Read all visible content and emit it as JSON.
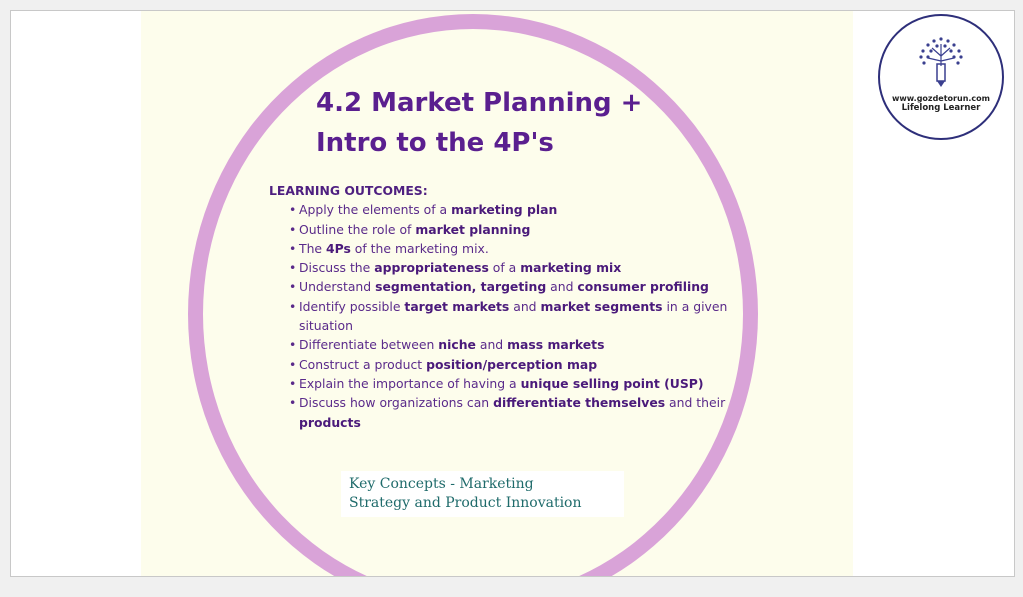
{
  "slide": {
    "title_line1": "4.2 Market Planning +",
    "title_line2": "Intro to the 4P's",
    "outcomes_heading": "LEARNING OUTCOMES:",
    "outcomes": [
      [
        {
          "t": "Apply the elements of a "
        },
        {
          "t": "marketing plan",
          "b": true
        }
      ],
      [
        {
          "t": "Outline the role of "
        },
        {
          "t": "market planning",
          "b": true
        }
      ],
      [
        {
          "t": "The "
        },
        {
          "t": "4Ps",
          "b": true
        },
        {
          "t": " of the marketing mix."
        }
      ],
      [
        {
          "t": "Discuss the "
        },
        {
          "t": "appropriateness",
          "b": true
        },
        {
          "t": " of a "
        },
        {
          "t": "marketing mix",
          "b": true
        }
      ],
      [
        {
          "t": "Understand "
        },
        {
          "t": "segmentation, targeting",
          "b": true
        },
        {
          "t": " and "
        },
        {
          "t": "consumer profiling",
          "b": true
        }
      ],
      [
        {
          "t": "Identify possible "
        },
        {
          "t": "target markets",
          "b": true
        },
        {
          "t": " and "
        },
        {
          "t": "market segments",
          "b": true
        },
        {
          "t": " in a given situation"
        }
      ],
      [
        {
          "t": "Differentiate between "
        },
        {
          "t": "niche",
          "b": true
        },
        {
          "t": " and "
        },
        {
          "t": "mass markets",
          "b": true
        }
      ],
      [
        {
          "t": "Construct a product "
        },
        {
          "t": "position/perception map",
          "b": true
        }
      ],
      [
        {
          "t": "Explain the importance of having a "
        },
        {
          "t": "unique selling point (USP)",
          "b": true
        }
      ],
      [
        {
          "t": "Discuss how organizations can "
        },
        {
          "t": "differentiate themselves",
          "b": true
        },
        {
          "t": " and their "
        },
        {
          "t": "products",
          "b": true
        }
      ]
    ],
    "key_concepts_line1": "Key Concepts - Marketing",
    "key_concepts_line2": "Strategy and Product Innovation"
  },
  "logo": {
    "url": "www.gozdetorun.com",
    "tagline": "Lifelong Learner"
  }
}
